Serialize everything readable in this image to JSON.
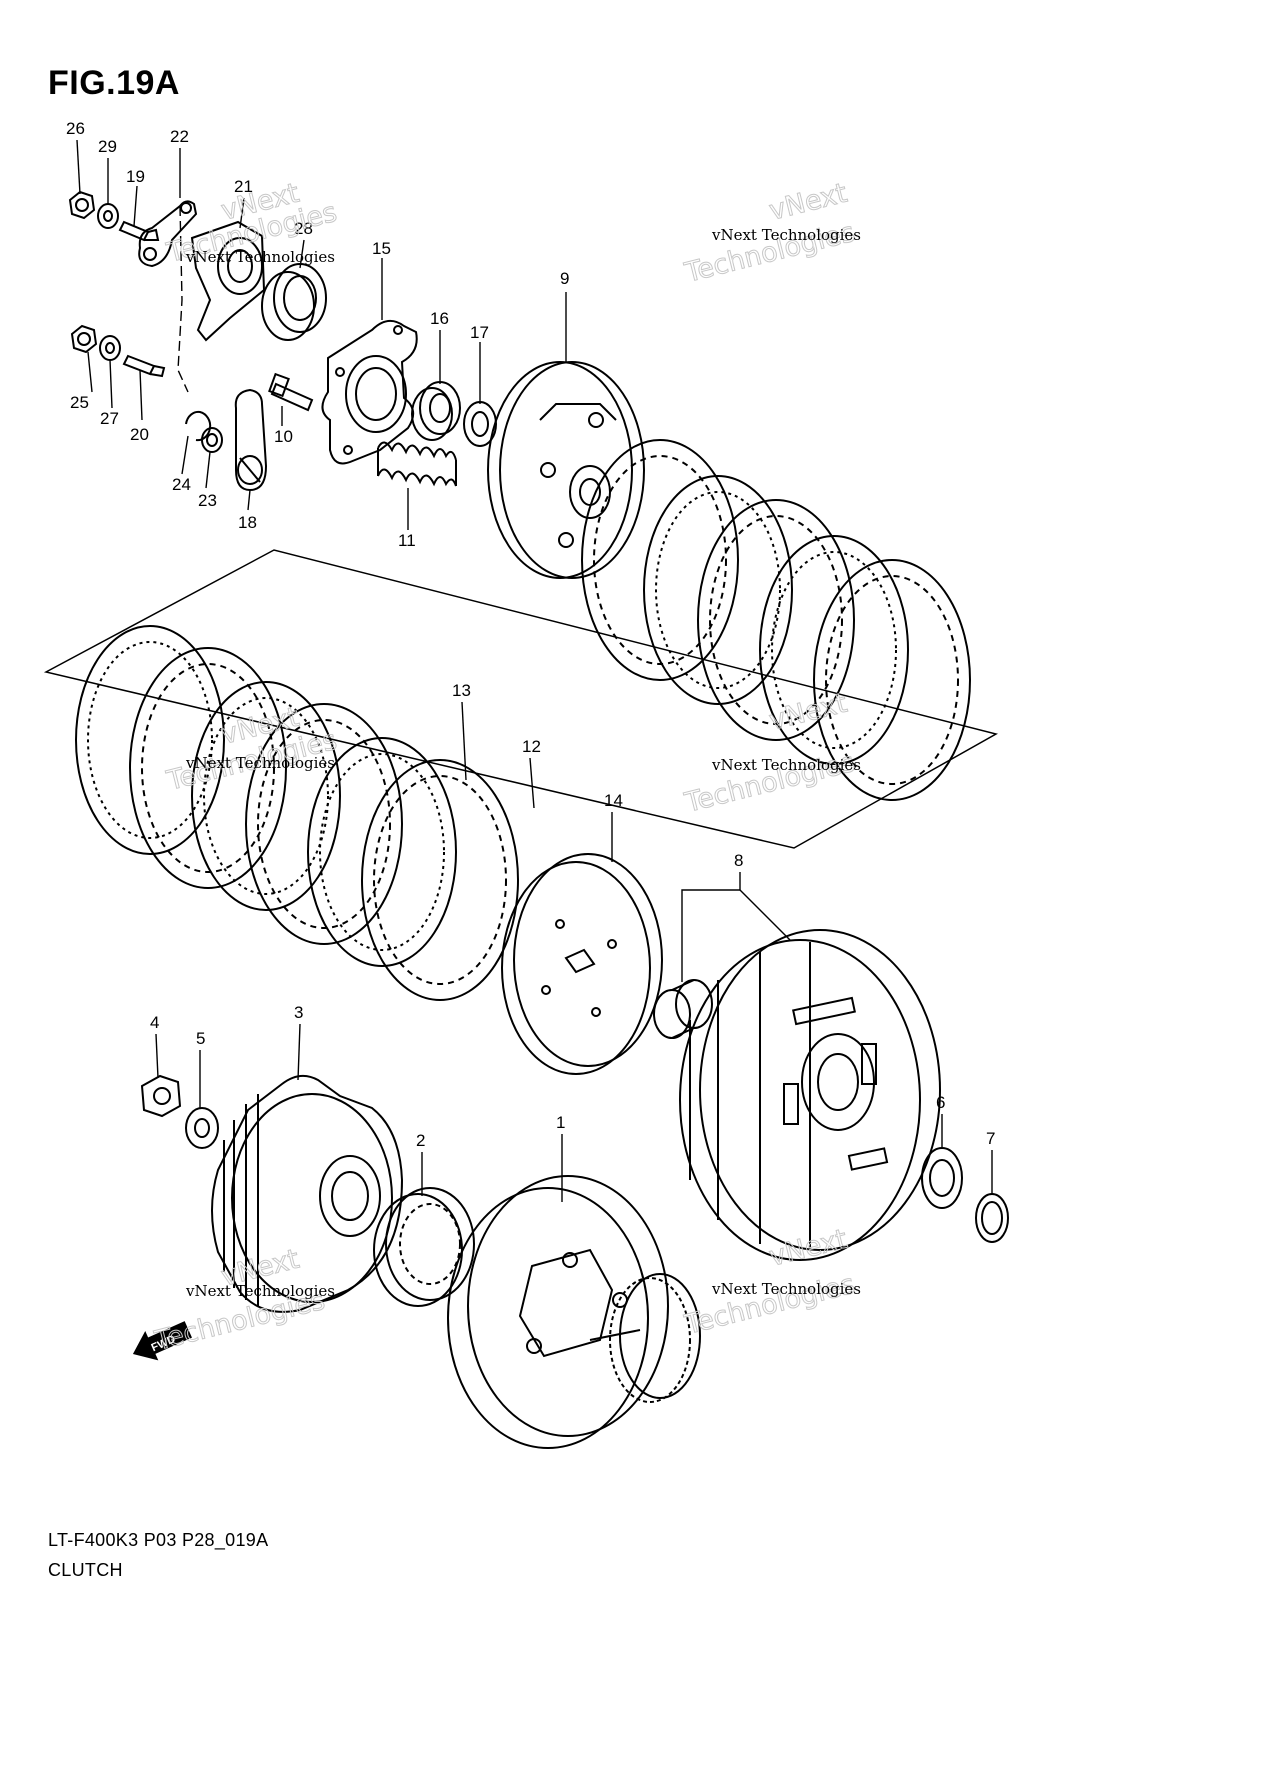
{
  "figure": {
    "title": "FIG.19A",
    "code": "LT-F400K3 P03 P28_019A",
    "name": "CLUTCH"
  },
  "watermark": {
    "small": "vNext Technologies",
    "big_line1": "vNext",
    "big_line2": "Technologies"
  },
  "fwd_label": "FWD",
  "callouts": {
    "c1": "1",
    "c2": "2",
    "c3": "3",
    "c4": "4",
    "c5": "5",
    "c6": "6",
    "c7": "7",
    "c8": "8",
    "c9": "9",
    "c10": "10",
    "c11": "11",
    "c12": "12",
    "c13": "13",
    "c14": "14",
    "c15": "15",
    "c16": "16",
    "c17": "17",
    "c18": "18",
    "c19": "19",
    "c20": "20",
    "c21": "21",
    "c22": "22",
    "c23": "23",
    "c24": "24",
    "c25": "25",
    "c26": "26",
    "c27": "27",
    "c28": "28",
    "c29": "29"
  },
  "colors": {
    "line": "#000000",
    "watermark": "#c8c8c8",
    "background": "#ffffff"
  }
}
